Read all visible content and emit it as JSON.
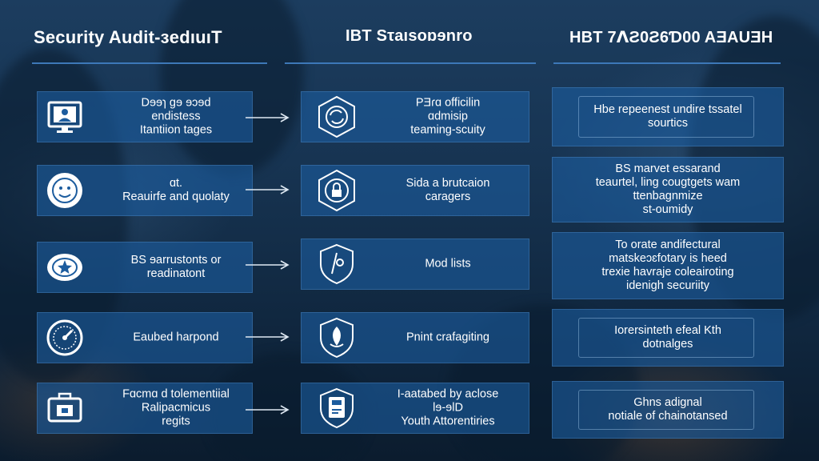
{
  "headers": {
    "col1": "Security Audit-ɜedıuıT",
    "col2": "IBT Sτaısoɒɘnro",
    "col3": "HBT 7ꓥƧ0Ƨ6Ɗ00 AƎAUƎH"
  },
  "rows": [
    {
      "left": "Dɘɘɿ ɡɘ ɘɔɘd\nendistess\nItantiion tages",
      "left_icon": "monitor-person-icon",
      "mid": "PƎɾɑ officilin\nɑdmisip\nteaming-scuity",
      "mid_icon": "circular-arrows-icon",
      "right": "Hbe repeenest undire tssatel\nsourtics"
    },
    {
      "left": "ɑt.\nReauirfe and quolaty",
      "left_icon": "face-badge-icon",
      "mid": "Sida a brutcaion\ncaragers",
      "mid_icon": "hexagon-lock-icon",
      "right": "BS marvet essarand\nteaurtel, ling cougtgets wam\nttenbagnmize\nst-oumidy"
    },
    {
      "left": "BS ɘarrustonts or\nreadinatont",
      "left_icon": "star-emblem-icon",
      "mid": "Mod lists",
      "mid_icon": "shield-key-icon",
      "right": "To orate andifectural\nmatskeɔɛfotary is heed\ntrexie havraje coleairoting\nidenigh securiity"
    },
    {
      "left": "Eaubed harpond",
      "left_icon": "gauge-dial-icon",
      "mid": "Pnint crafagiting",
      "mid_icon": "shield-leaf-icon",
      "right": "Iorersinteth efeal Kth\ndotnalges"
    },
    {
      "left": "Fɑcmɑ d tolementiial\nRalipacmicus\nregits",
      "left_icon": "briefcase-icon",
      "mid": "I-aatabed by aclose\nlɘ-ɘlD\nYouth Attorentiries",
      "mid_icon": "badge-card-icon",
      "right": "Ghns adignal\nnotiale of chainotansed"
    }
  ],
  "colors": {
    "card_bg": "#1c5c9e",
    "header_rule": "#3d78b8",
    "background": "#10273f"
  }
}
